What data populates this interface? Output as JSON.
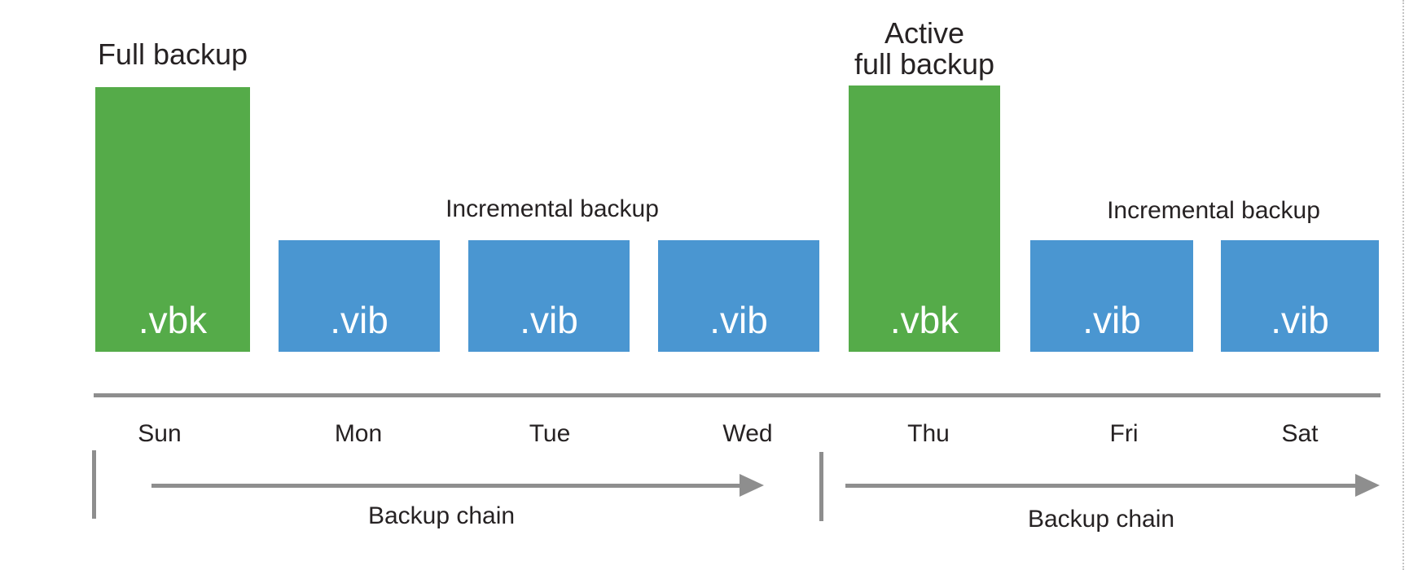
{
  "diagram": {
    "background": "#ffffff",
    "colors": {
      "full_backup_bar": "#55ab49",
      "incremental_backup_bar": "#4a96d1",
      "timeline_and_arrows": "#8e8e8e",
      "text": "#262223",
      "file_label_text": "#ffffff",
      "page_edge_dotted": "#c4c4c4"
    },
    "annotations": {
      "full_backup": "Full backup",
      "active_full_backup": "Active\nfull backup",
      "incremental_backup_left": "Incremental backup",
      "incremental_backup_right": "Incremental backup"
    },
    "days": [
      "Sun",
      "Mon",
      "Tue",
      "Wed",
      "Thu",
      "Fri",
      "Sat"
    ],
    "bars": [
      {
        "day": "Sun",
        "kind": "full-backup",
        "file": ".vbk"
      },
      {
        "day": "Mon",
        "kind": "incremental-backup",
        "file": ".vib"
      },
      {
        "day": "Tue",
        "kind": "incremental-backup",
        "file": ".vib"
      },
      {
        "day": "Wed",
        "kind": "incremental-backup",
        "file": ".vib"
      },
      {
        "day": "Thu",
        "kind": "active-full-backup",
        "file": ".vbk"
      },
      {
        "day": "Fri",
        "kind": "incremental-backup",
        "file": ".vib"
      },
      {
        "day": "Sat",
        "kind": "incremental-backup",
        "file": ".vib"
      }
    ],
    "chains": [
      {
        "label": "Backup chain"
      },
      {
        "label": "Backup chain"
      }
    ]
  }
}
